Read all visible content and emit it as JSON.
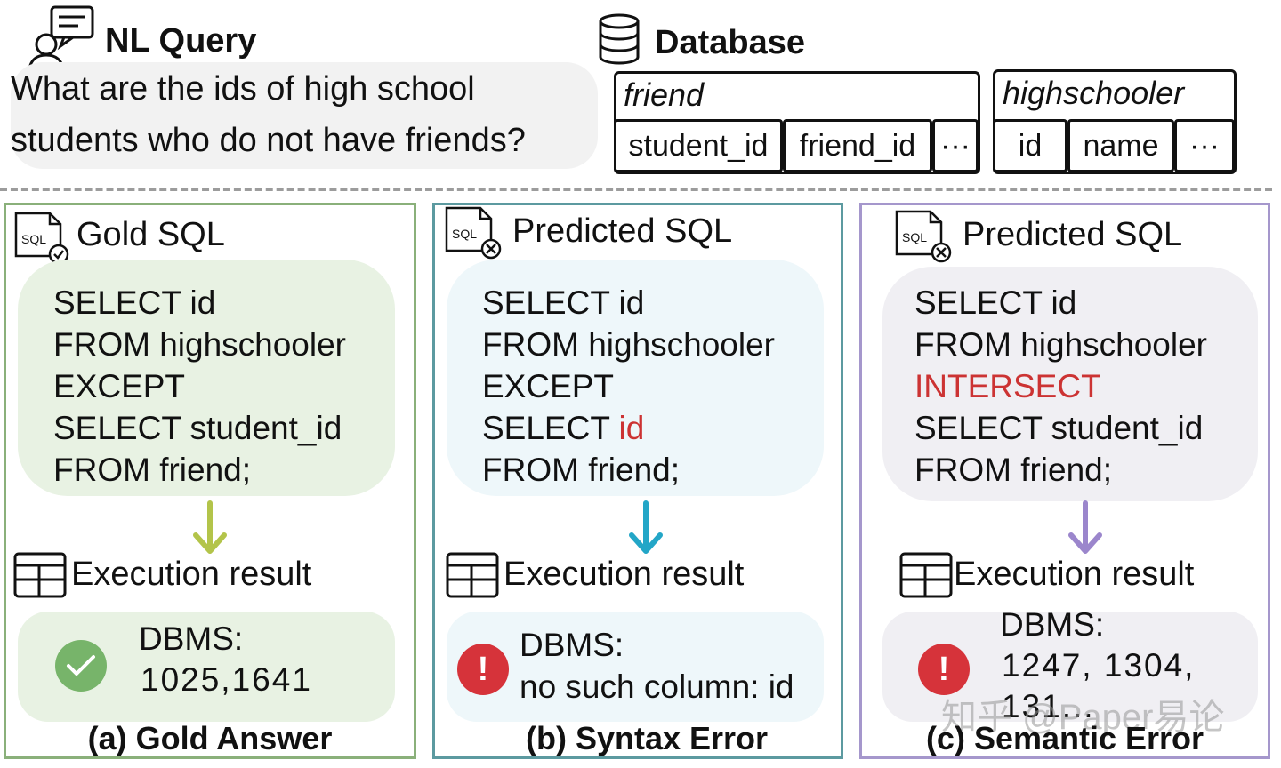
{
  "nl": {
    "title": "NL Query",
    "lines": [
      "What are the ids of high school",
      "students who do not have friends?"
    ]
  },
  "database": {
    "title": "Database",
    "tables": [
      {
        "name": "friend",
        "columns": [
          "student_id",
          "friend_id",
          "···"
        ]
      },
      {
        "name": "highschooler",
        "columns": [
          "id",
          "name",
          "···"
        ]
      }
    ]
  },
  "panels": [
    {
      "title": "Gold SQL",
      "icon": "sql-check-icon",
      "border_color": "#8ab07a",
      "sql_bg": "#e8f2e3",
      "sql_lines": [
        "SELECT id",
        "FROM highschooler",
        "EXCEPT",
        "SELECT student_id",
        "FROM friend;"
      ],
      "arrow_color": "#b3c44a",
      "exec_label": "Execution result",
      "result_bg": "#e8f2e3",
      "status_icon": "check-circle-icon",
      "status_color": "#77b46a",
      "result_lines": [
        "DBMS:",
        "1025,1641"
      ],
      "caption": "(a) Gold Answer"
    },
    {
      "title": "Predicted SQL",
      "icon": "sql-cross-icon",
      "border_color": "#5c9aa0",
      "sql_bg": "#eef7fa",
      "sql_lines": [
        "SELECT id",
        "FROM highschooler",
        "EXCEPT",
        "SELECT ",
        "FROM friend;"
      ],
      "sql_error_token": "id",
      "arrow_color": "#23a6c7",
      "exec_label": "Execution result",
      "result_bg": "#eef7fa",
      "status_icon": "error-circle-icon",
      "status_color": "#d6333a",
      "result_lines": [
        "DBMS:",
        "no such column: id"
      ],
      "caption": "(b) Syntax Error"
    },
    {
      "title": "Predicted SQL",
      "icon": "sql-cross-icon",
      "border_color": "#a597cc",
      "sql_bg": "#f0eff3",
      "sql_lines": [
        "SELECT id",
        "FROM highschooler",
        "INTERSECT",
        "SELECT student_id",
        "FROM friend;"
      ],
      "arrow_color": "#9b86cc",
      "exec_label": "Execution result",
      "result_bg": "#f0eff3",
      "status_icon": "error-circle-icon",
      "status_color": "#d6333a",
      "result_lines": [
        "DBMS:",
        "1247, 1304,",
        "131..."
      ],
      "caption": "(c) Semantic Error"
    }
  ],
  "watermark": "知乎 @Paper易论"
}
